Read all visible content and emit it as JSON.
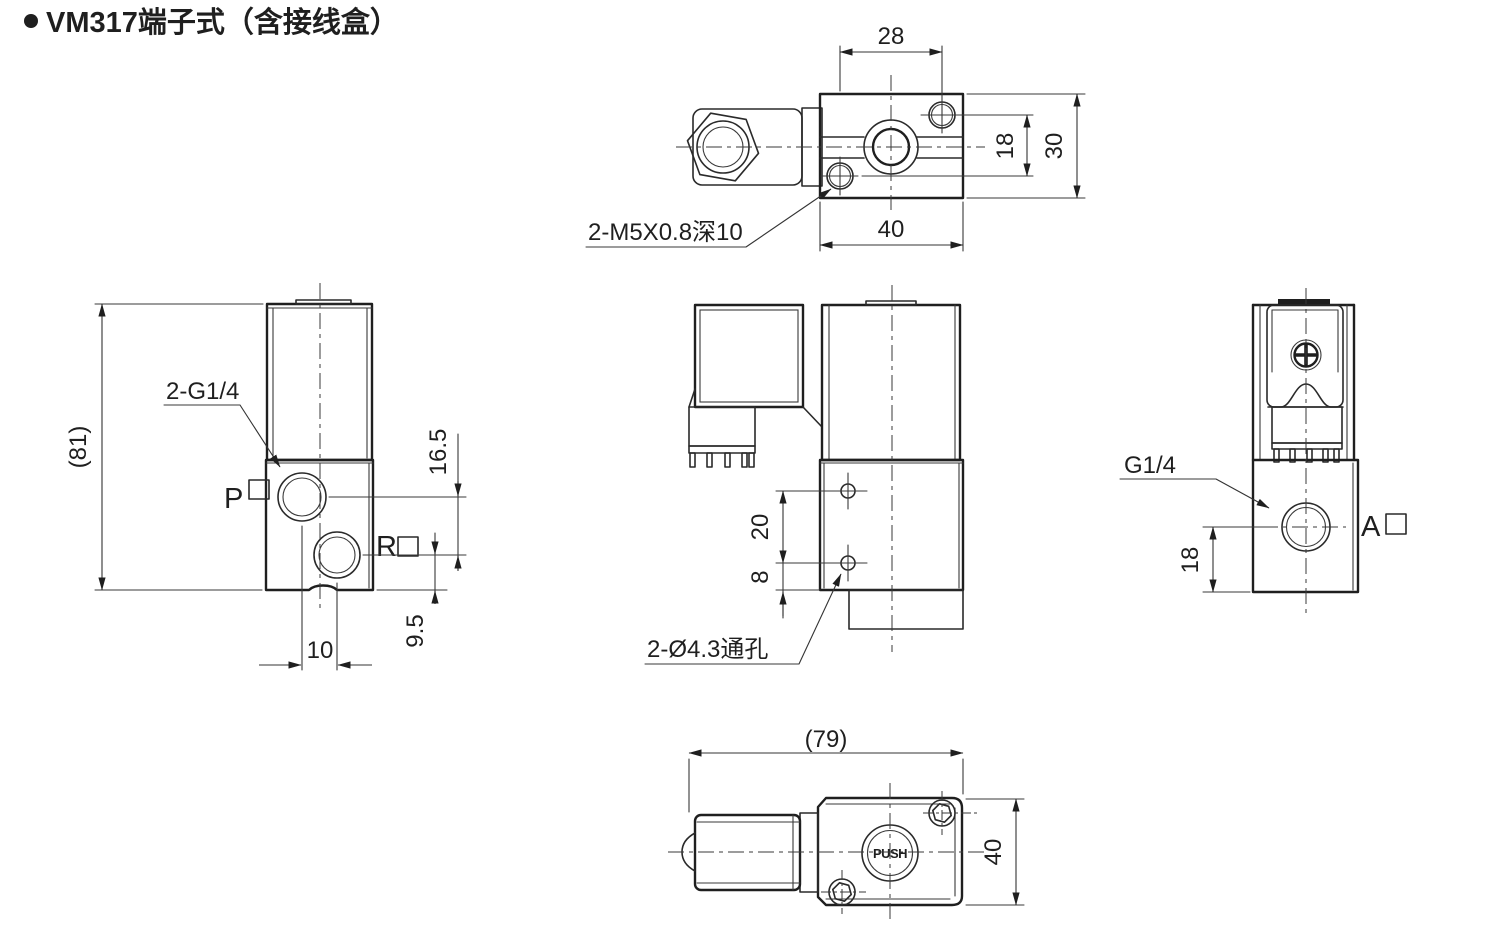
{
  "title": {
    "bullet": "●",
    "text": "VM317端子式（含接线盒）"
  },
  "top_view": {
    "dim_hole_pitch_x": "28",
    "dim_hole_pitch_y": "18",
    "dim_depth": "30",
    "dim_width": "40",
    "label_thread_holes": "2-M5X0.8深10"
  },
  "left_view": {
    "dim_height": "(81)",
    "label_ports": "2-G1/4",
    "port_p": "P",
    "port_r": "R",
    "dim_p_r_vertical": "16.5",
    "dim_r_bottom": "9.5",
    "dim_p_r_horizontal": "10"
  },
  "front_view": {
    "dim_hole_pitch": "20",
    "dim_hole_bottom": "8",
    "label_through_holes": "2-Ø4.3通孔"
  },
  "right_view": {
    "label_port_thread": "G1/4",
    "port_a": "A",
    "dim_port_bottom": "18"
  },
  "bottom_view": {
    "dim_length": "(79)",
    "dim_height": "40",
    "label_push": "PUSH"
  }
}
